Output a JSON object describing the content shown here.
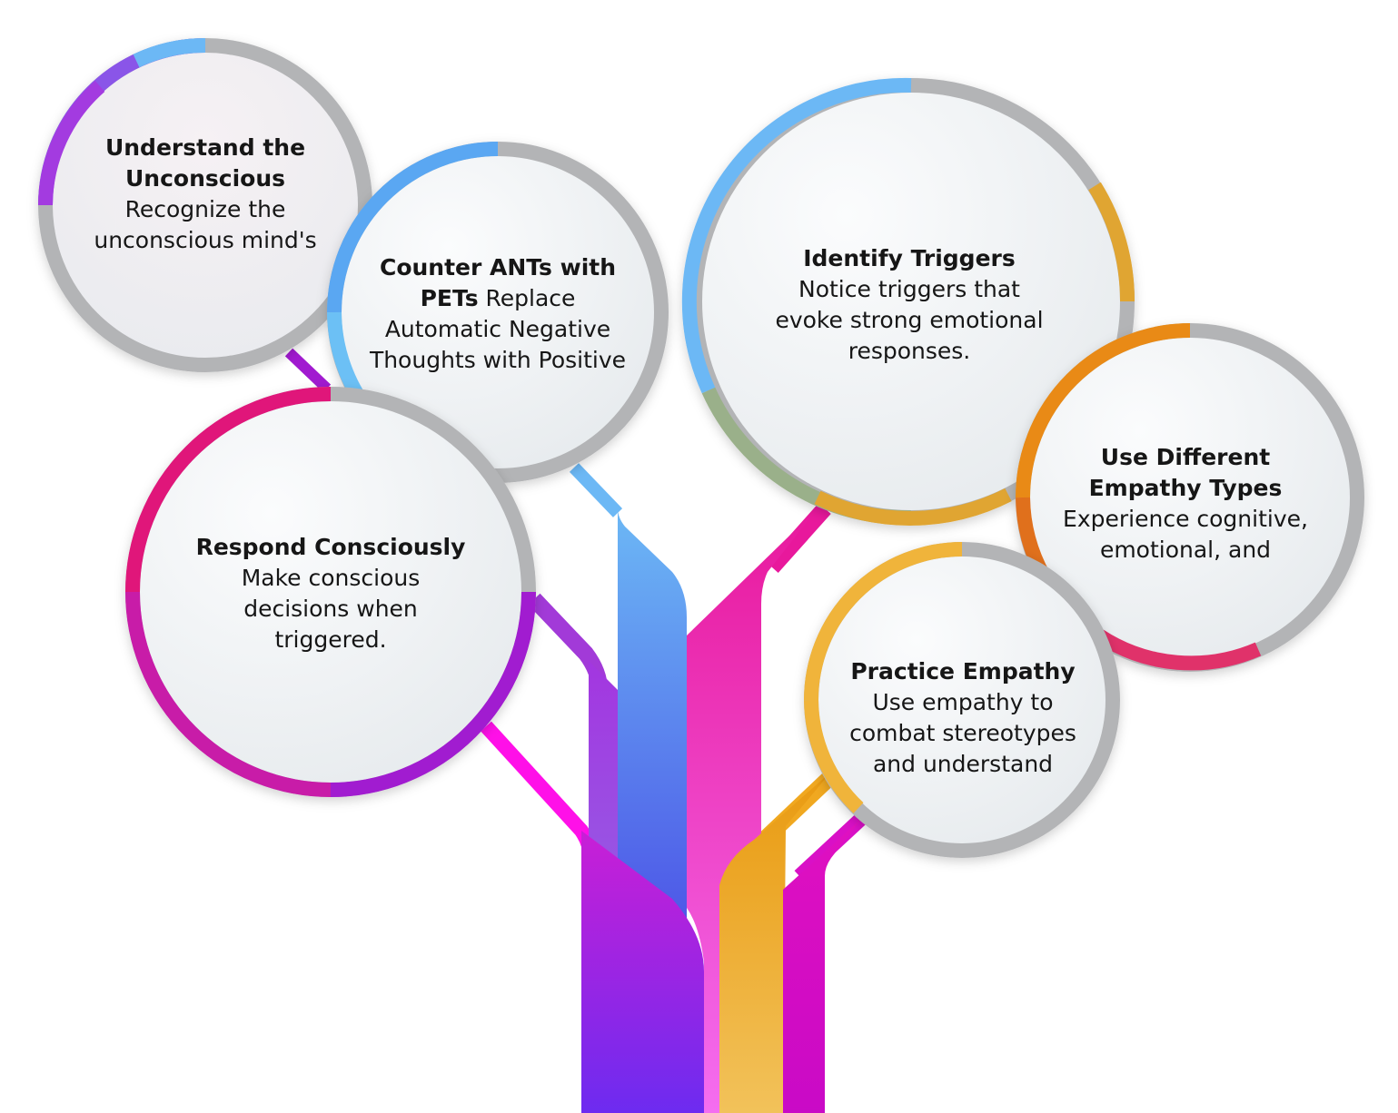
{
  "nodes": [
    {
      "id": "understand-unconscious",
      "title": "Understand the Unconscious",
      "text": "Recognize the unconscious mind's",
      "accent": "#8b3fd9"
    },
    {
      "id": "counter-ants",
      "title": "Counter ANTs with PETs",
      "text": "Replace Automatic Negative Thoughts with Positive",
      "accent": "#5aa7f2"
    },
    {
      "id": "identify-triggers",
      "title": "Identify Triggers",
      "text": "Notice triggers that evoke strong emotional responses.",
      "accent": "#5fb7ee"
    },
    {
      "id": "use-empathy-types",
      "title": "Use Different Empathy Types",
      "text": "Experience cognitive, emotional, and",
      "accent": "#e8820c"
    },
    {
      "id": "respond-consciously",
      "title": "Respond Consciously",
      "text": "Make conscious decisions when triggered.",
      "accent": "#e0157a"
    },
    {
      "id": "practice-empathy",
      "title": "Practice Empathy",
      "text": "Use empathy to combat stereotypes and understand",
      "accent": "#f0b43a"
    }
  ]
}
